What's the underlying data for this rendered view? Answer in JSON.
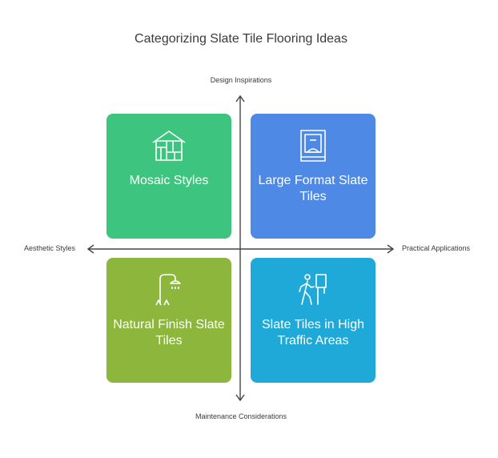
{
  "title": "Categorizing Slate Tile Flooring Ideas",
  "axes": {
    "top": "Design Inspirations",
    "bottom": "Maintenance Considerations",
    "left": "Aesthetic Styles",
    "right": "Practical Applications"
  },
  "quadrants": {
    "top_left": {
      "label": "Mosaic Styles",
      "icon": "house-mosaic-icon",
      "color": "#3dc47e"
    },
    "top_right": {
      "label": "Large Format Slate Tiles",
      "icon": "framed-room-icon",
      "color": "#4e89e6"
    },
    "bottom_left": {
      "label": "Natural Finish Slate Tiles",
      "icon": "shower-icon",
      "color": "#8cb63c"
    },
    "bottom_right": {
      "label": "Slate Tiles in High Traffic Areas",
      "icon": "walking-person-icon",
      "color": "#1fa9d8"
    }
  }
}
